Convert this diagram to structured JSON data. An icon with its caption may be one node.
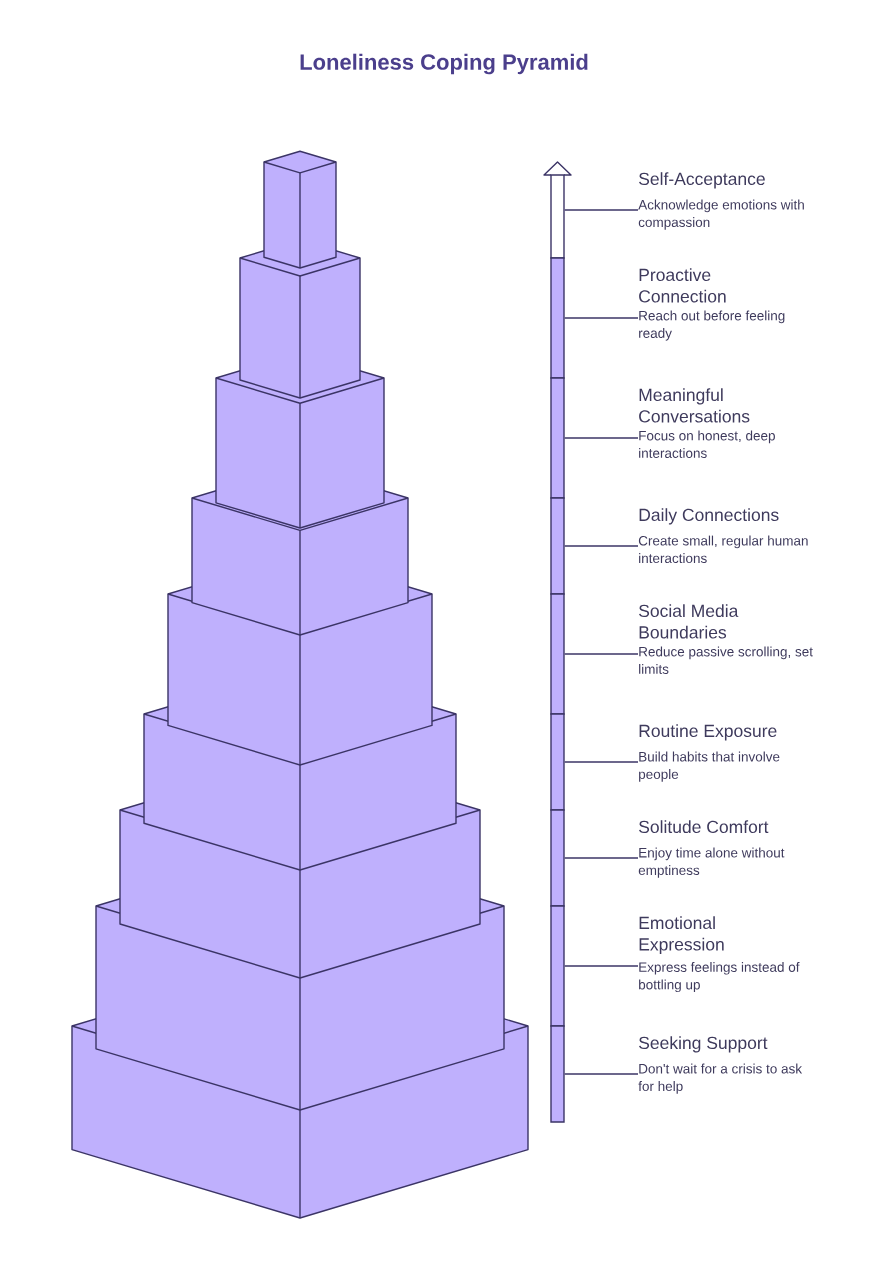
{
  "diagram": {
    "title": "Loneliness Coping Pyramid",
    "nodes": [
      {
        "text": [
          "Self-Acceptance",
          "Acknowledge emotions with compassion"
        ]
      },
      {
        "text": [
          "Proactive Connection",
          "Reach out before feeling ready"
        ]
      },
      {
        "text": [
          "Meaningful Conversations",
          "Focus on honest, deep interactions"
        ]
      },
      {
        "text": [
          "Daily Connections",
          "Create small, regular human interactions"
        ]
      },
      {
        "text": [
          "Social Media Boundaries",
          "Reduce passive scrolling, set limits"
        ]
      },
      {
        "text": [
          "Routine Exposure",
          "Build habits that involve people"
        ]
      },
      {
        "text": [
          "Solitude Comfort",
          "Enjoy time alone without emptiness"
        ]
      },
      {
        "text": [
          "Emotional Expression",
          "Express feelings instead of bottling up"
        ]
      },
      {
        "text": [
          "Seeking Support",
          "Don't wait for a crisis to ask for help"
        ]
      },
      {
        "text": [],
        "shape": "bar"
      },
      {
        "text": [],
        "shape": "bar"
      },
      {
        "text": [],
        "shape": "bar"
      },
      {
        "text": [],
        "shape": "bar"
      },
      {
        "text": [],
        "shape": "bar"
      },
      {
        "text": [],
        "shape": "bar"
      },
      {
        "text": [],
        "shape": "bar"
      },
      {
        "text": [],
        "shape": "bar"
      },
      {
        "text": [],
        "shape": "bar"
      }
    ],
    "edges": [
      {
        "from": 0,
        "to": 9,
        "arrow": "none"
      },
      {
        "from": 1,
        "to": 10,
        "arrow": "none"
      },
      {
        "from": 2,
        "to": 11,
        "arrow": "none"
      },
      {
        "from": 3,
        "to": 12,
        "arrow": "none"
      },
      {
        "from": 4,
        "to": 13,
        "arrow": "none"
      },
      {
        "from": 5,
        "to": 14,
        "arrow": "none"
      },
      {
        "from": 6,
        "to": 15,
        "arrow": "none"
      },
      {
        "from": 7,
        "to": 16,
        "arrow": "none"
      },
      {
        "from": 8,
        "to": 17,
        "arrow": "none"
      }
    ]
  }
}
